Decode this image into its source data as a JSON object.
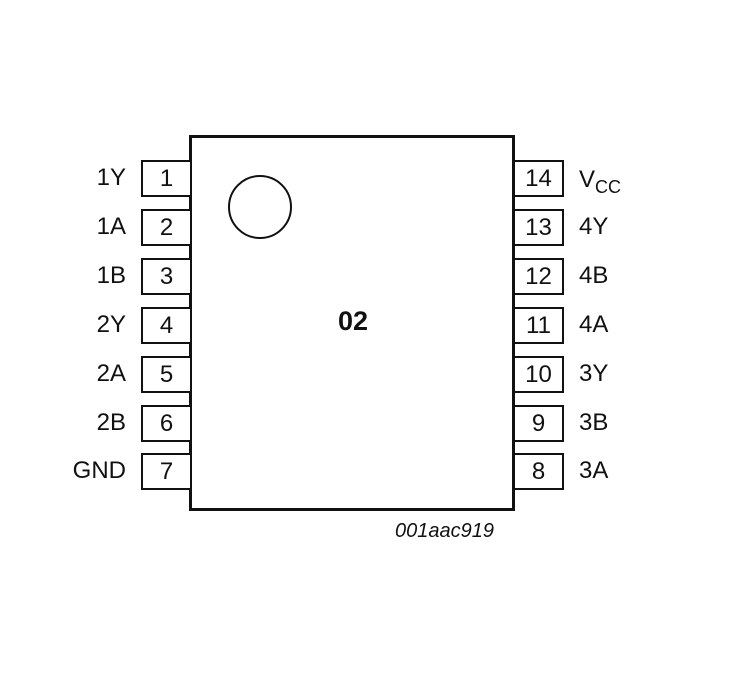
{
  "diagram": {
    "part_marking": "02",
    "reference_code": "001aac919",
    "left_pins": [
      {
        "number": "1",
        "label": "1Y"
      },
      {
        "number": "2",
        "label": "1A"
      },
      {
        "number": "3",
        "label": "1B"
      },
      {
        "number": "4",
        "label": "2Y"
      },
      {
        "number": "5",
        "label": "2A"
      },
      {
        "number": "6",
        "label": "2B"
      },
      {
        "number": "7",
        "label": "GND"
      }
    ],
    "right_pins": [
      {
        "number": "14",
        "label": "V",
        "label_sub": "CC"
      },
      {
        "number": "13",
        "label": "4Y"
      },
      {
        "number": "12",
        "label": "4B"
      },
      {
        "number": "11",
        "label": "4A"
      },
      {
        "number": "10",
        "label": "3Y"
      },
      {
        "number": "9",
        "label": "3B"
      },
      {
        "number": "8",
        "label": "3A"
      }
    ]
  }
}
